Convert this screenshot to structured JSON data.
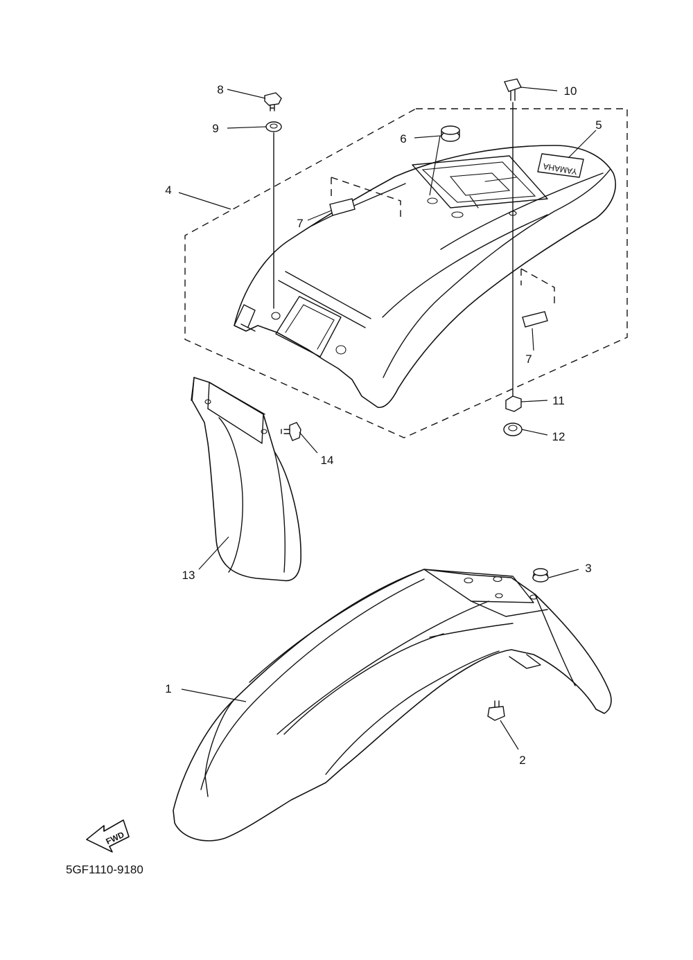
{
  "diagram": {
    "callouts": [
      {
        "id": "c1",
        "label": "1"
      },
      {
        "id": "c2",
        "label": "2"
      },
      {
        "id": "c3",
        "label": "3"
      },
      {
        "id": "c4",
        "label": "4"
      },
      {
        "id": "c5",
        "label": "5"
      },
      {
        "id": "c6",
        "label": "6"
      },
      {
        "id": "c7a",
        "label": "7"
      },
      {
        "id": "c7b",
        "label": "7"
      },
      {
        "id": "c8",
        "label": "8"
      },
      {
        "id": "c9",
        "label": "9"
      },
      {
        "id": "c10",
        "label": "10"
      },
      {
        "id": "c11",
        "label": "11"
      },
      {
        "id": "c12",
        "label": "12"
      },
      {
        "id": "c13",
        "label": "13"
      },
      {
        "id": "c14",
        "label": "14"
      }
    ],
    "fender_logo": "YAMAHA",
    "fwd_arrow_label": "FWD",
    "drawing_code": "5GF1110-9180"
  },
  "colors": {
    "ink": "#111111",
    "paper": "#ffffff"
  }
}
